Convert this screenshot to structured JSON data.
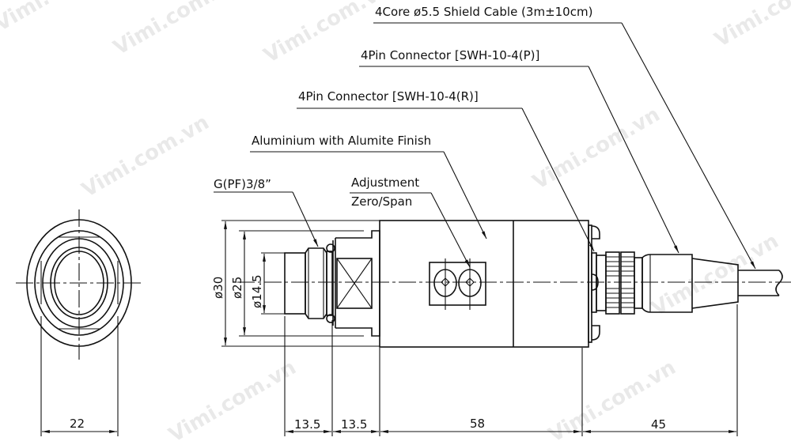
{
  "watermark": "Vimi.com.vn",
  "callouts": [
    {
      "id": "cable",
      "text": "4Core ø5.5 Shield Cable (3m±10cm)"
    },
    {
      "id": "connector-p",
      "text": "4Pin Connector [SWH-10-4(P)]"
    },
    {
      "id": "connector-r",
      "text": "4Pin Connector [SWH-10-4(R)]"
    },
    {
      "id": "material",
      "text": "Aluminium with Alumite Finish"
    },
    {
      "id": "thread",
      "text": "G(PF)3/8”"
    },
    {
      "id": "adjustment-line1",
      "text": "Adjustment"
    },
    {
      "id": "adjustment-line2",
      "text": "Zero/Span"
    }
  ],
  "dimensions": {
    "diameters": [
      {
        "id": "d30",
        "text": "ø30"
      },
      {
        "id": "d25",
        "text": "ø25"
      },
      {
        "id": "d14_5",
        "text": "ø14.5"
      }
    ],
    "lengths": [
      {
        "id": "end-view-width",
        "text": "22"
      },
      {
        "id": "thread-length",
        "text": "13.5"
      },
      {
        "id": "hex-length",
        "text": "13.5"
      },
      {
        "id": "body-length",
        "text": "58"
      },
      {
        "id": "connector-length",
        "text": "45"
      }
    ]
  }
}
